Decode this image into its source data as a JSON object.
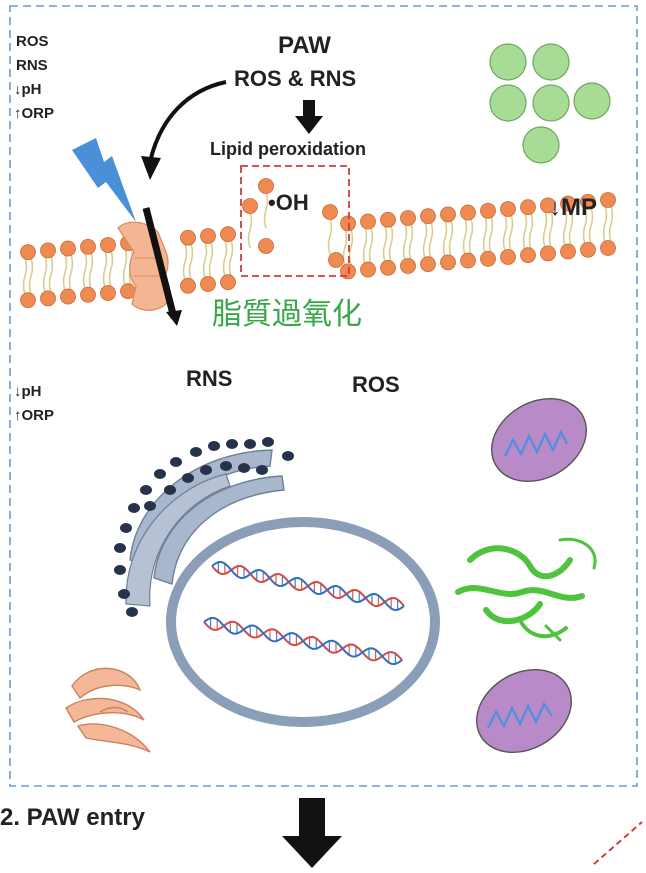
{
  "labels": {
    "top_left": [
      "ROS",
      "RNS",
      "↓pH",
      "↑ORP"
    ],
    "paw_title": "PAW",
    "paw_species": "ROS & RNS",
    "lipid_peroxidation": "Lipid peroxidation",
    "hydroxyl": "•OH",
    "membrane_potential": "↓MP",
    "lipid_peroxidation_cjk": "脂質過氧化",
    "inner_rns": "RNS",
    "inner_ros": "ROS",
    "mid_left": [
      "↓pH",
      "↑ORP"
    ],
    "step_caption": "2. PAW entry"
  },
  "colors": {
    "frame_dash": "#6a9ad0",
    "lipid_head": "#ee8a52",
    "lipid_tail": "#d8cf8e",
    "channel": "#f3b592",
    "lightning": "#4a90d9",
    "droplet": "#a7dc96",
    "peroxidation_box": "#d23c3c",
    "er": "#a9b7cc",
    "ribosome": "#26334a",
    "nucleus_ring": "#8b9eb7",
    "mitochondrion": "#b98ac8",
    "cristae": "#4d8fe0",
    "protein": "#4fc33d",
    "golgi": "#f4b898",
    "cjk_text": "#3aa64a"
  },
  "icons": [
    "lightning-icon",
    "arrow-down-icon",
    "curved-arrow-icon",
    "dna-icon",
    "mitochondrion-icon",
    "protein-icon",
    "golgi-icon",
    "ribosome-icon"
  ]
}
